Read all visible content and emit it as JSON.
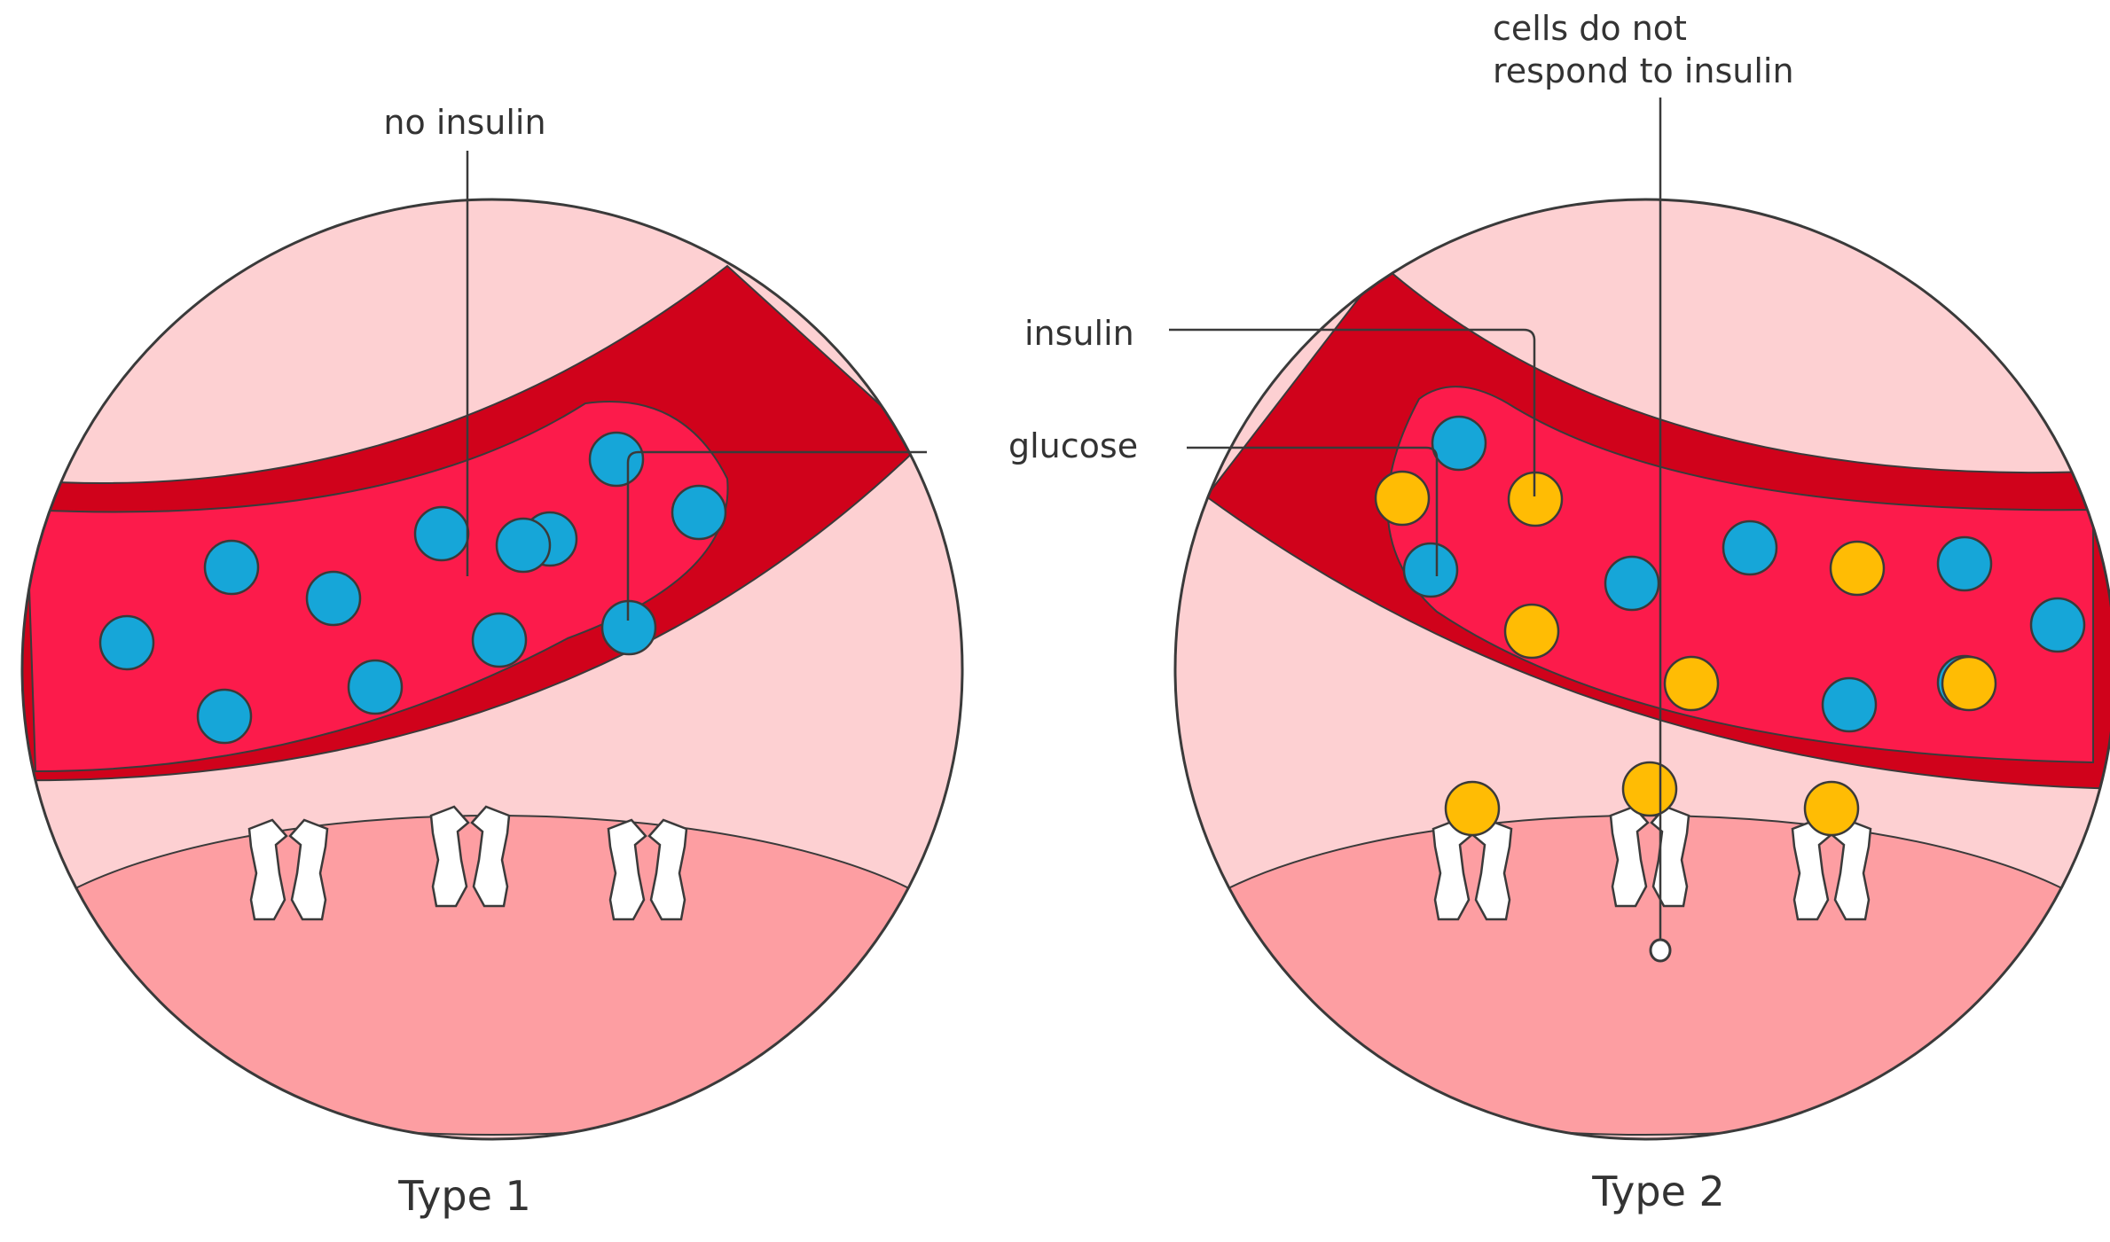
{
  "panels": [
    {
      "title": "Type 1",
      "glucose_count": 12,
      "insulin_count": 0,
      "callouts": [
        "no insulin"
      ]
    },
    {
      "title": "Type 2",
      "glucose_count": 8,
      "insulin_count": 9,
      "callouts": [
        "cells do not",
        "respond to insulin"
      ]
    }
  ],
  "shared_labels": {
    "insulin": "insulin",
    "glucose": "glucose"
  },
  "colors": {
    "background": "#ffffff",
    "outer_tissue": "#fdd0d2",
    "vessel_wall": "#d0021b",
    "blood": "#fc1b4b",
    "cell_body": "#fd9ea2",
    "glucose": "#16a6d8",
    "insulin": "#ffbc04",
    "receptor": "#ffffff",
    "outline": "#3a3a3a"
  }
}
